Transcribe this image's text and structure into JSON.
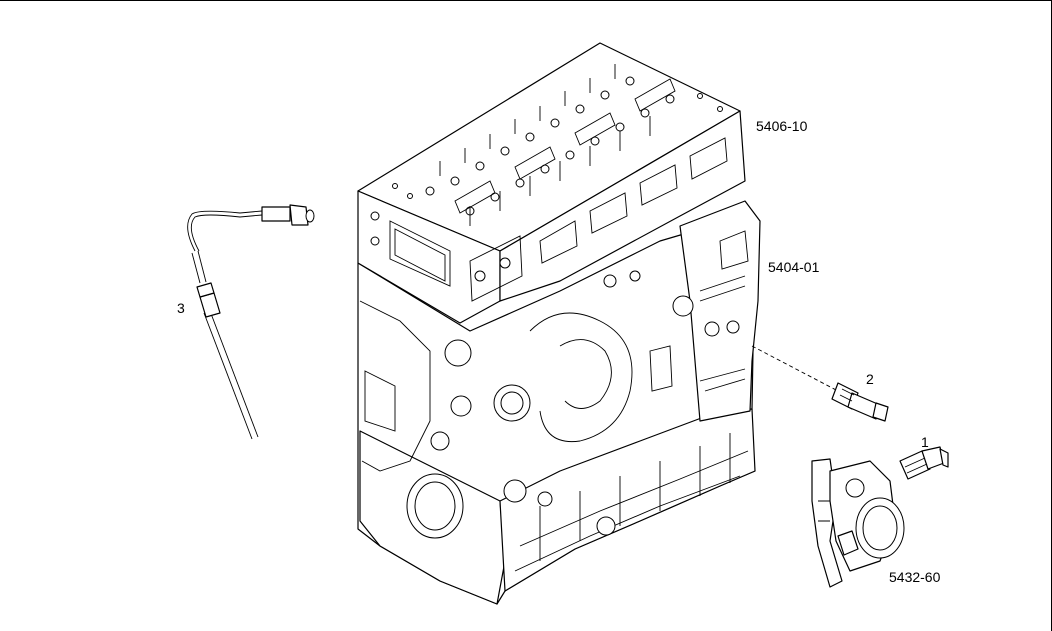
{
  "labels": {
    "cylinder_head_ref": "5406-10",
    "engine_block_ref": "5404-01",
    "thermostat_housing_ref": "5432-60",
    "part_1": "1",
    "part_2": "2",
    "part_3": "3"
  }
}
